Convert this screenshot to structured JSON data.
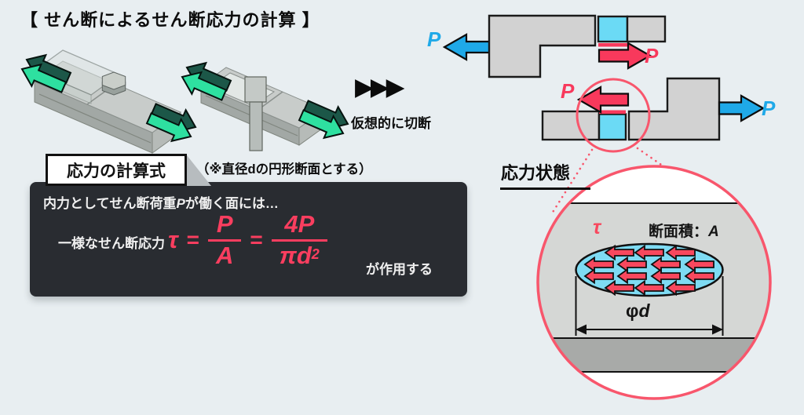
{
  "title": "【 せん断によるせん断応力の計算 】",
  "cut_indicator": {
    "arrows": "▶▶▶",
    "label": "仮想的に切断"
  },
  "free_body": {
    "upper_left_load": "P",
    "upper_right_load": "P",
    "lower_left_load": "P",
    "lower_right_load": "P"
  },
  "formula_panel": {
    "heading": "応力の計算式",
    "note": "（※直径dの円形断面とする）",
    "line1_pre": "内力としてせん断荷重",
    "line1_var": "P",
    "line1_post": "が働く面には…",
    "line2": "一様なせん断応力",
    "formula": {
      "lhs": "τ",
      "eq1": "=",
      "frac1_num": "P",
      "frac1_den": "A",
      "eq2": "=",
      "frac2_num": "4P",
      "frac2_den": "πd",
      "frac2_sup": "2"
    },
    "suffix": "が作用する"
  },
  "stress_state": {
    "heading": "応力状態",
    "tau": "τ",
    "area_label": "断面積：",
    "area_var": "A",
    "diameter_phi": "φ",
    "diameter_var": "d"
  },
  "colors": {
    "background": "#E8EEF1",
    "panel_dark": "#292C31",
    "accent_pink": "#F8395C",
    "accent_blue": "#1FA9E8",
    "section_cyan": "#6BDAF5",
    "magnifier_pink": "#F8566C",
    "arrow_green_bright": "#2EE0A0",
    "arrow_green_dark": "#1C5748",
    "plate_gray": "#D2D2D2"
  }
}
